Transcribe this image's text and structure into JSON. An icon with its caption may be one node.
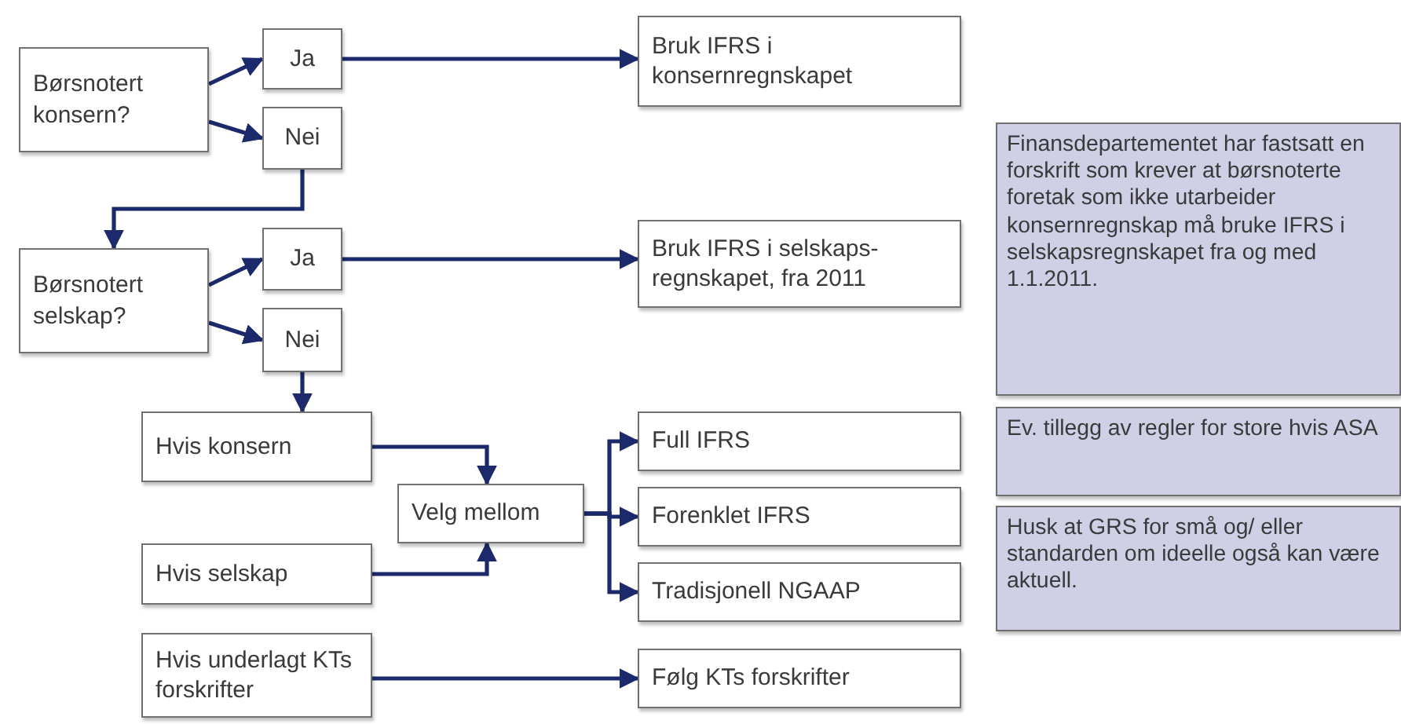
{
  "diagram": {
    "nodes": [
      {
        "text": [
          "Børsnotert konsern?"
        ]
      },
      {
        "text": [
          "Ja"
        ]
      },
      {
        "text": [
          "Nei"
        ]
      },
      {
        "text": [
          "Bruk IFRS i konsernregnskapet"
        ]
      },
      {
        "text": [
          "Børsnotert selskap?"
        ]
      },
      {
        "text": [
          "Ja"
        ]
      },
      {
        "text": [
          "Nei"
        ]
      },
      {
        "text": [
          "Bruk IFRS i selskaps- regnskapet, fra 2011"
        ]
      },
      {
        "text": [
          "Hvis konsern"
        ]
      },
      {
        "text": [
          "Velg mellom"
        ]
      },
      {
        "text": [
          "Hvis selskap"
        ]
      },
      {
        "text": [
          "Full IFRS"
        ]
      },
      {
        "text": [
          "Forenklet IFRS"
        ]
      },
      {
        "text": [
          "Tradisjonell NGAAP"
        ]
      },
      {
        "text": [
          "Hvis underlagt KTs forskrifter"
        ]
      },
      {
        "text": [
          "Følg KTs forskrifter"
        ]
      },
      {
        "text": [
          "Finansdepartementet har fastsatt en forskrift som krever at børsnoterte foretak som ikke utarbeider konsernregnskap må bruke IFRS i selskapsregnskapet fra og med 1.1.2011."
        ]
      },
      {
        "text": [
          "Ev. tillegg av regler for store hvis ASA"
        ]
      },
      {
        "text": [
          "Husk at GRS for små og/ eller standarden om ideelle også kan være aktuell."
        ]
      }
    ],
    "edges": [
      {
        "from": 0,
        "to": 1,
        "arrow": "to"
      },
      {
        "from": 0,
        "to": 2,
        "arrow": "to"
      },
      {
        "from": 1,
        "to": 3,
        "arrow": "to"
      },
      {
        "from": 2,
        "to": 4,
        "arrow": "to"
      },
      {
        "from": 4,
        "to": 5,
        "arrow": "to"
      },
      {
        "from": 4,
        "to": 6,
        "arrow": "to"
      },
      {
        "from": 5,
        "to": 7,
        "arrow": "to"
      },
      {
        "from": 6,
        "to": 8,
        "arrow": "to"
      },
      {
        "from": 8,
        "to": 9,
        "arrow": "to"
      },
      {
        "from": 10,
        "to": 9,
        "arrow": "to"
      },
      {
        "from": 9,
        "to": 11,
        "arrow": "to"
      },
      {
        "from": 9,
        "to": 12,
        "arrow": "to"
      },
      {
        "from": 9,
        "to": 13,
        "arrow": "to"
      },
      {
        "from": 14,
        "to": 15,
        "arrow": "to"
      }
    ]
  }
}
